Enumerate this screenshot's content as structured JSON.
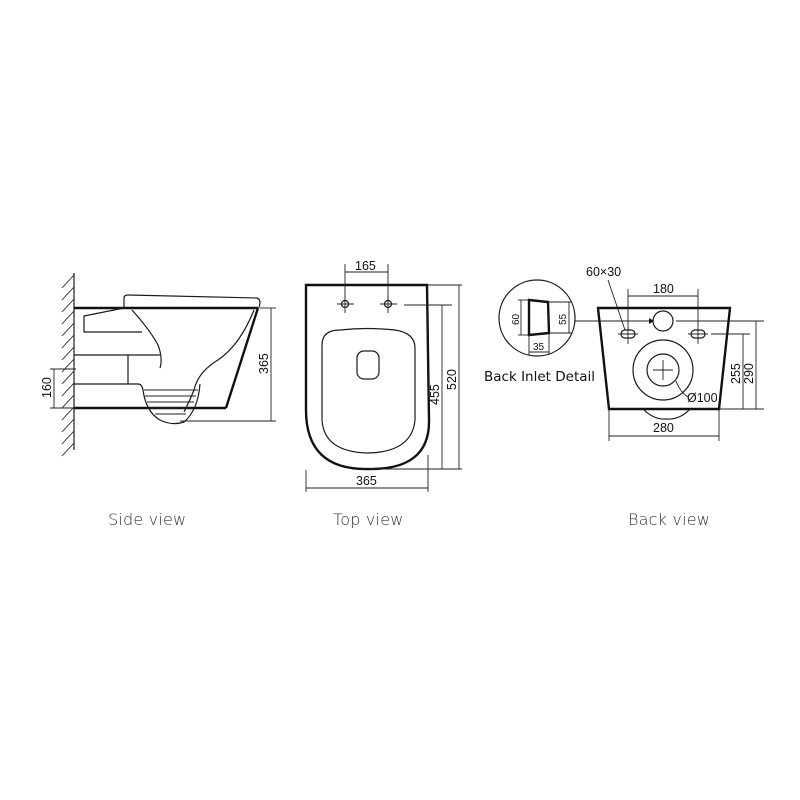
{
  "side_view": {
    "caption": "Side view",
    "dims": {
      "height_total": "365",
      "inlet_height": "160"
    }
  },
  "top_view": {
    "caption": "Top view",
    "dims": {
      "bolt_spacing": "165",
      "width": "365",
      "depth_to_bolts": "455",
      "depth_total": "520"
    }
  },
  "back_inlet_detail": {
    "label": "Back Inlet Detail",
    "dims": {
      "outer_height": "60",
      "inner_height": "55",
      "depth": "35"
    }
  },
  "back_view": {
    "caption": "Back view",
    "dims": {
      "slot_size": "60×30",
      "inlet_spacing": "180",
      "outlet_height": "255",
      "inlet_height": "290",
      "outlet_diameter": "Ø100",
      "width": "280"
    }
  }
}
